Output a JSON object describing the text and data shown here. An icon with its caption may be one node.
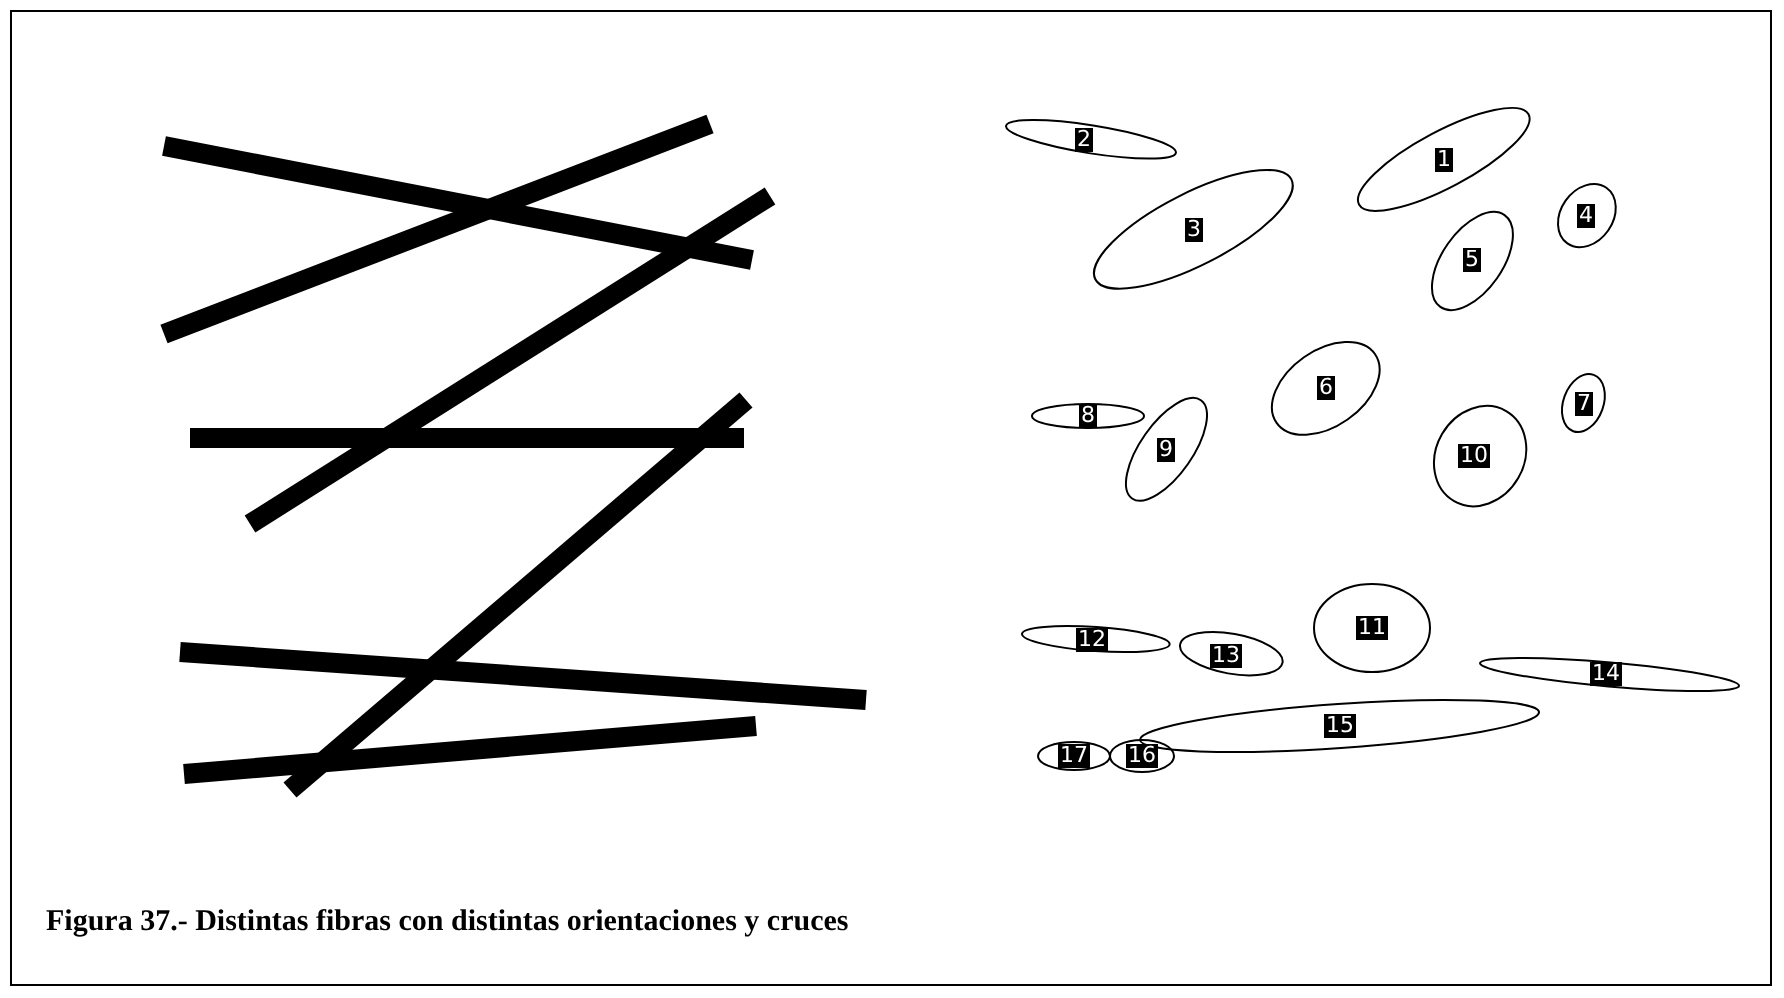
{
  "diagram": {
    "caption": "Figura 37.- Distintas fibras con distintas orientaciones y cruces",
    "nodes": [
      {
        "text": [
          "2"
        ]
      },
      {
        "text": [
          "1"
        ]
      },
      {
        "text": [
          "3"
        ]
      },
      {
        "text": [
          "4"
        ]
      },
      {
        "text": [
          "5"
        ]
      },
      {
        "text": [
          "6"
        ]
      },
      {
        "text": [
          "8"
        ]
      },
      {
        "text": [
          "7"
        ]
      },
      {
        "text": [
          "9"
        ]
      },
      {
        "text": [
          "10"
        ]
      },
      {
        "text": [
          "11"
        ]
      },
      {
        "text": [
          "12"
        ]
      },
      {
        "text": [
          "13"
        ]
      },
      {
        "text": [
          "14"
        ]
      },
      {
        "text": [
          "15"
        ]
      },
      {
        "text": [
          "17"
        ]
      },
      {
        "text": [
          "16"
        ]
      }
    ]
  }
}
